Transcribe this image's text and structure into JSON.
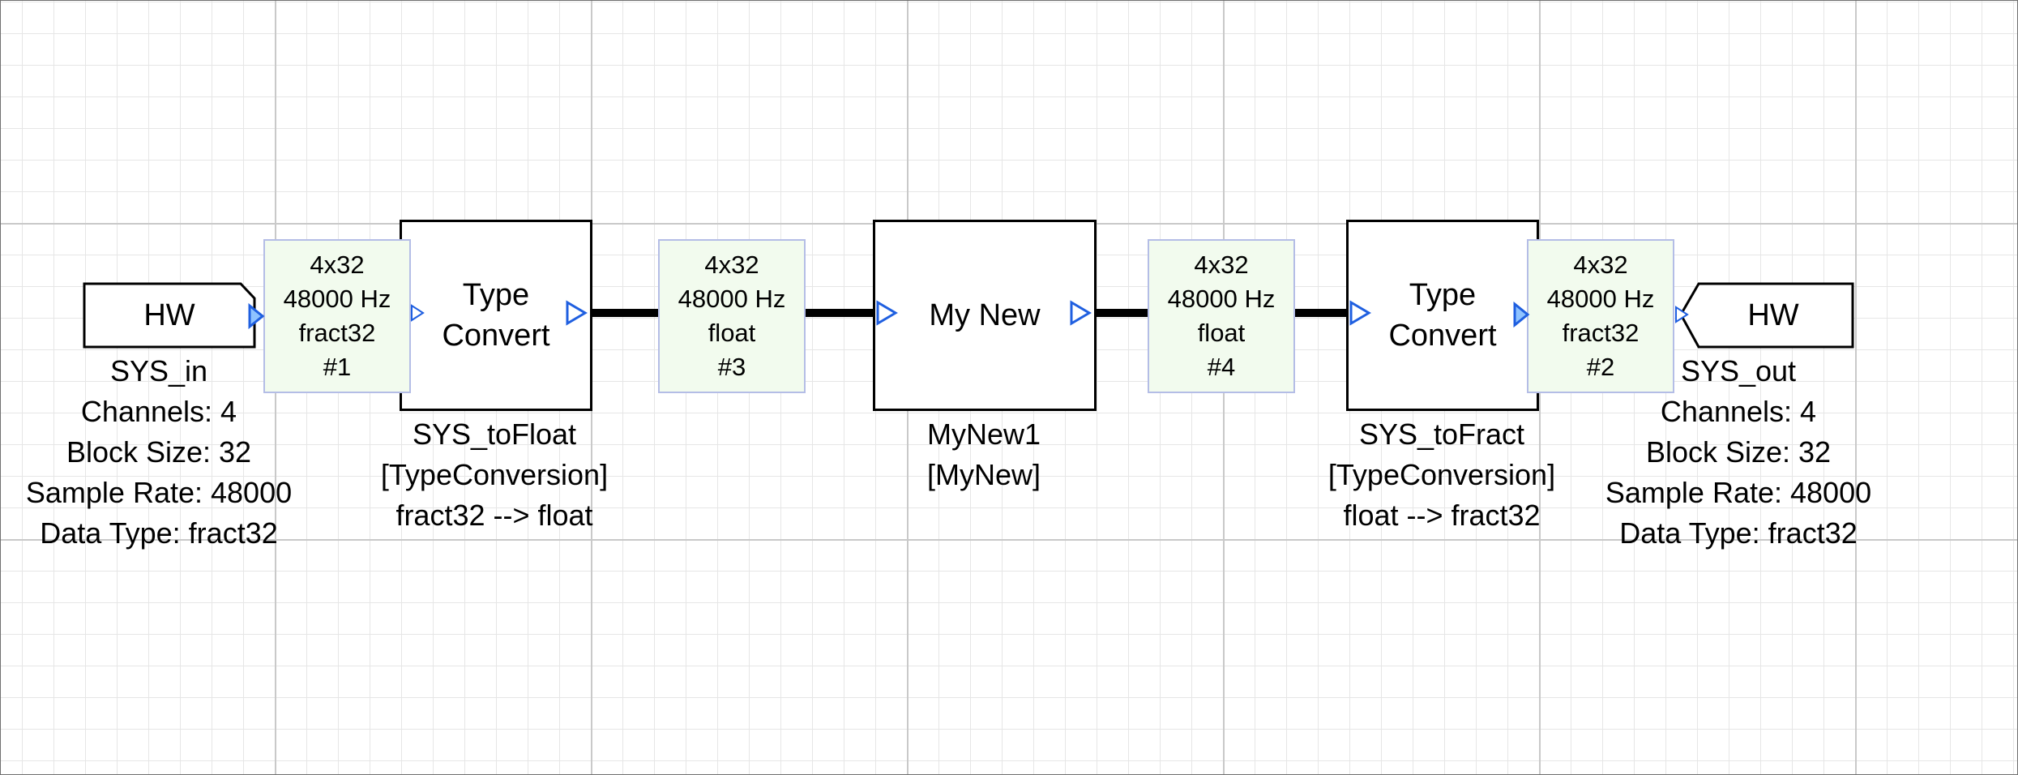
{
  "blocks": {
    "sys_in": {
      "label": "HW",
      "name": "SYS_in",
      "props": [
        "Channels: 4",
        "Block Size: 32",
        "Sample Rate: 48000",
        "Data Type: fract32"
      ]
    },
    "to_float": {
      "label_lines": [
        "Type",
        "Convert"
      ],
      "name": "SYS_toFloat",
      "class": "[TypeConversion]",
      "detail": "fract32 --> float"
    },
    "my_new": {
      "label": "My New",
      "name": "MyNew1",
      "class": "[MyNew]"
    },
    "to_fract": {
      "label_lines": [
        "Type",
        "Convert"
      ],
      "name": "SYS_toFract",
      "class": "[TypeConversion]",
      "detail": "float --> fract32"
    },
    "sys_out": {
      "label": "HW",
      "name": "SYS_out",
      "props": [
        "Channels: 4",
        "Block Size: 32",
        "Sample Rate: 48000",
        "Data Type: fract32"
      ]
    }
  },
  "wires": [
    {
      "size": "4x32",
      "rate": "48000 Hz",
      "type": "fract32",
      "id": "#1"
    },
    {
      "size": "4x32",
      "rate": "48000 Hz",
      "type": "float",
      "id": "#3"
    },
    {
      "size": "4x32",
      "rate": "48000 Hz",
      "type": "float",
      "id": "#4"
    },
    {
      "size": "4x32",
      "rate": "48000 Hz",
      "type": "fract32",
      "id": "#2"
    }
  ],
  "colors": {
    "grid_minor": "#e6e6e6",
    "grid_major": "#c9c9c9",
    "wire_label_fill": "#f2fbee",
    "wire_label_border": "#b4bde6",
    "pin": "#1f5fe0"
  }
}
